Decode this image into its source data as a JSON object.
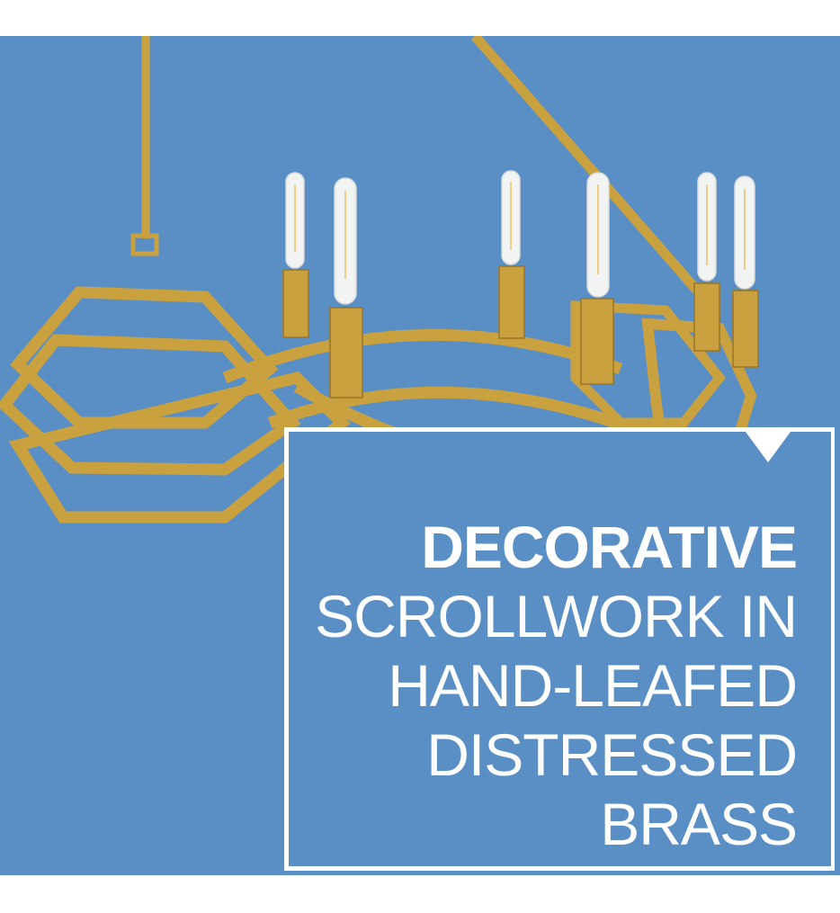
{
  "colors": {
    "background": "#5a8fc6",
    "frame": "#ffffff",
    "brass": "#c9a13e",
    "brass_dark": "#9a7424",
    "caption_text": "#ffffff"
  },
  "product_image": {
    "subject": "gold-leaf linear chandelier with interlocking hexagonal scrollwork",
    "candle_count": 6
  },
  "caption": {
    "lines": [
      {
        "text": "DECORATIVE",
        "weight": "bold"
      },
      {
        "text": "SCROLLWORK IN",
        "weight": "regular"
      },
      {
        "text": "HAND-LEAFED",
        "weight": "regular"
      },
      {
        "text": "DISTRESSED",
        "weight": "regular"
      },
      {
        "text": "BRASS",
        "weight": "regular"
      }
    ]
  }
}
